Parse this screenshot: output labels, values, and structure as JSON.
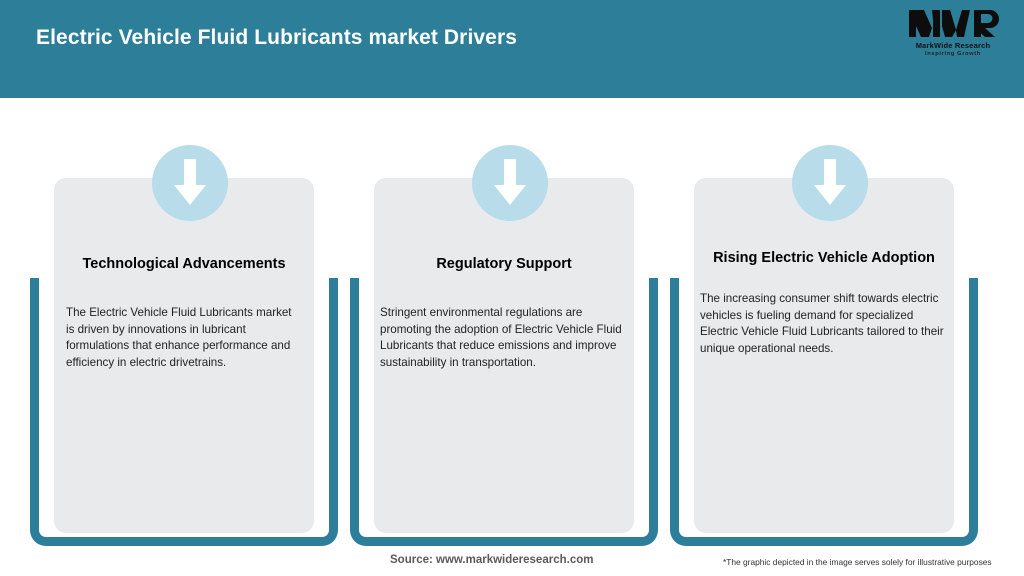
{
  "header": {
    "title": "Electric Vehicle Fluid Lubricants market Drivers",
    "background_color": "#2d7f99",
    "title_color": "#ffffff",
    "logo": {
      "mark": "MWR",
      "name": "MarkWide Research",
      "tagline": "Inspiring Growth"
    }
  },
  "accent_colors": {
    "teal": "#2d7f99",
    "circle_blue": "#b9dcea",
    "card_grey": "#e8eaec"
  },
  "cards": [
    {
      "icon": "arrow-down-icon",
      "title": "Technological Advancements",
      "body": "The Electric Vehicle Fluid Lubricants market is driven by innovations in lubricant formulations that enhance performance and efficiency in electric drivetrains."
    },
    {
      "icon": "arrow-down-icon",
      "title": "Regulatory Support",
      "body": "Stringent environmental regulations are promoting the adoption of Electric Vehicle Fluid Lubricants that reduce emissions and improve sustainability in transportation."
    },
    {
      "icon": "arrow-down-icon",
      "title": "Rising Electric Vehicle Adoption",
      "body": "The increasing consumer shift towards electric vehicles is fueling demand for specialized Electric Vehicle Fluid Lubricants tailored to their unique operational needs."
    }
  ],
  "footer": {
    "source": "Source: www.markwideresearch.com",
    "disclaimer": "*The graphic depicted in the image serves solely for illustrative purposes"
  }
}
